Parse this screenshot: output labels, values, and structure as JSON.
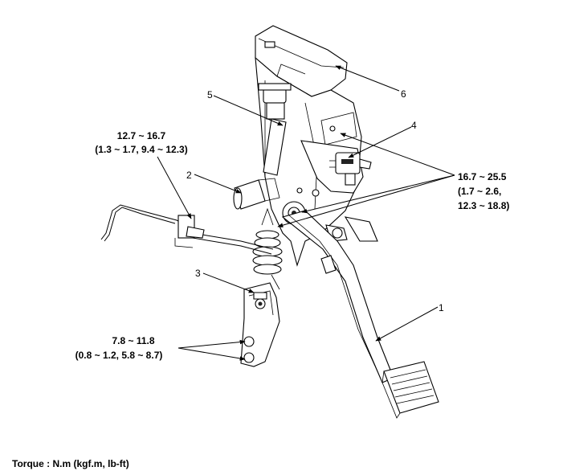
{
  "callouts": [
    {
      "id": "1",
      "label": "1"
    },
    {
      "id": "2",
      "label": "2"
    },
    {
      "id": "3",
      "label": "3"
    },
    {
      "id": "4",
      "label": "4"
    },
    {
      "id": "5",
      "label": "5"
    },
    {
      "id": "6",
      "label": "6"
    }
  ],
  "torque": {
    "a": {
      "line1": "12.7 ~ 16.7",
      "line2": "(1.3 ~ 1.7, 9.4 ~ 12.3)"
    },
    "b": {
      "line1": "16.7 ~ 25.5",
      "line2": "(1.7 ~ 2.6,",
      "line3": "12.3 ~ 18.8)"
    },
    "c": {
      "line1": "7.8 ~ 11.8",
      "line2": "(0.8 ~ 1.2, 5.8 ~ 8.7)"
    }
  },
  "footer": "Torque : N.m (kgf.m, lb-ft)"
}
